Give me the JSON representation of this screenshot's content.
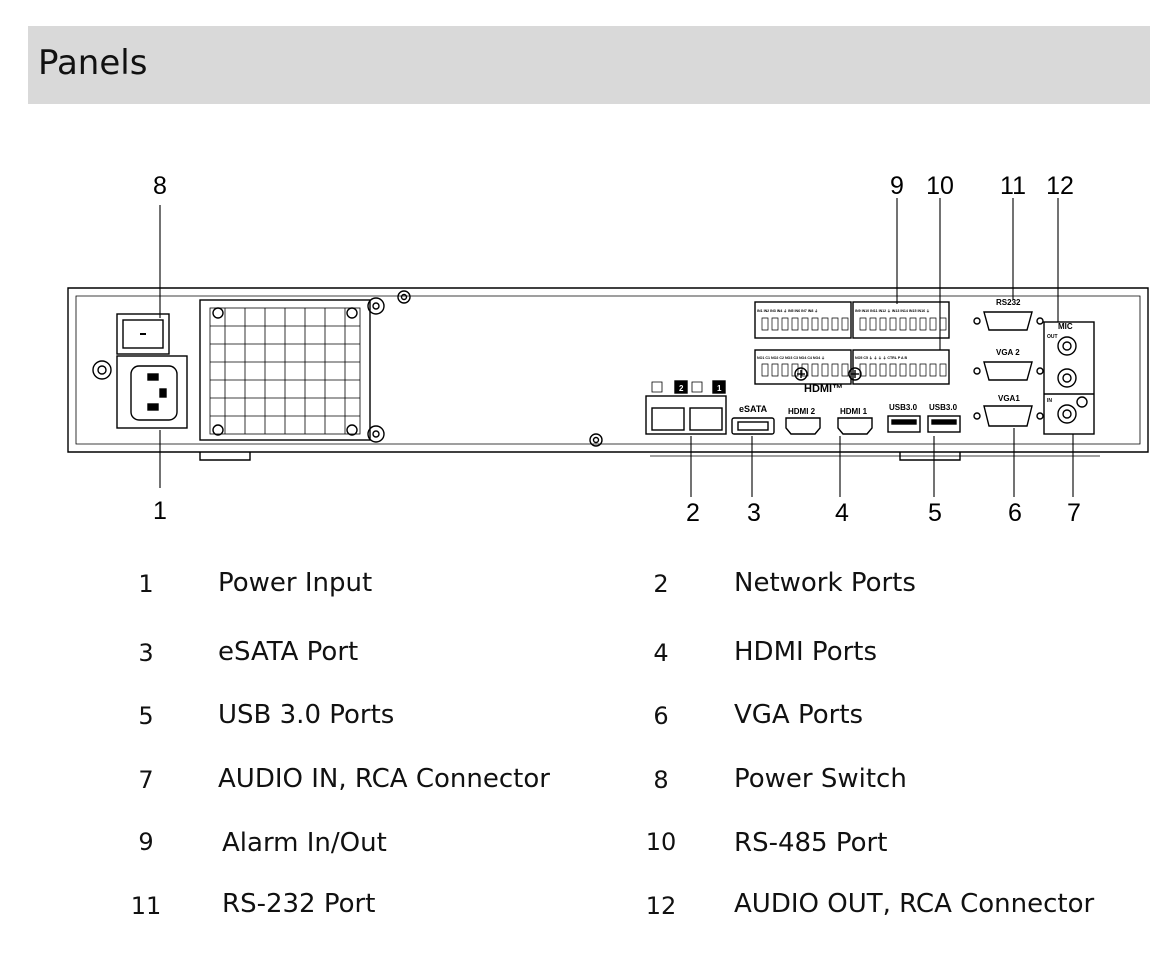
{
  "page": {
    "title": "Panels"
  },
  "panel_labels": {
    "hdmi_group": "HDMI™",
    "hdmi1": "HDMI 1",
    "hdmi2": "HDMI 2",
    "esata": "eSATA",
    "usb_a": "USB3.0",
    "usb_b": "USB3.0",
    "rs232": "RS232",
    "vga1": "VGA1",
    "vga2": "VGA 2",
    "mic": "MIC",
    "out": "OUT",
    "in": "IN",
    "lan1": "1",
    "lan2": "2",
    "alarm_top_left": "IN1 IN2 IN3 IN4 ⏚ IN5 IN6 IN7 IN8 ⏚",
    "alarm_top_right": "IN9 IN10 IN11 IN12 ⏚ IN13 IN14 IN15 IN16 ⏚",
    "alarm_bottom_left": "NO1 C1 NO2 C2 NO3 C3 NO4 C4 NO4 ⏚",
    "alarm_bottom_right": "NO5 C5 ⏚ ⏚ ⏚ ⏚ CTRL P A B"
  },
  "callouts": [
    {
      "id": "1",
      "text": "1"
    },
    {
      "id": "2",
      "text": "2"
    },
    {
      "id": "3",
      "text": "3"
    },
    {
      "id": "4",
      "text": "4"
    },
    {
      "id": "5",
      "text": "5"
    },
    {
      "id": "6",
      "text": "6"
    },
    {
      "id": "7",
      "text": "7"
    },
    {
      "id": "8",
      "text": "8"
    },
    {
      "id": "9",
      "text": "9"
    },
    {
      "id": "10",
      "text": "10"
    },
    {
      "id": "11",
      "text": "11"
    },
    {
      "id": "12",
      "text": "12"
    }
  ],
  "legend": [
    {
      "num": "1",
      "label": "Power Input"
    },
    {
      "num": "2",
      "label": "Network Ports"
    },
    {
      "num": "3",
      "label": "eSATA Port"
    },
    {
      "num": "4",
      "label": "HDMI Ports"
    },
    {
      "num": "5",
      "label": "USB 3.0 Ports"
    },
    {
      "num": "6",
      "label": "VGA Ports"
    },
    {
      "num": "7",
      "label": "AUDIO IN, RCA Connector"
    },
    {
      "num": "8",
      "label": "Power Switch"
    },
    {
      "num": "9",
      "label": "Alarm In/Out"
    },
    {
      "num": "10",
      "label": "RS-485 Port"
    },
    {
      "num": "11",
      "label": "RS-232 Port"
    },
    {
      "num": "12",
      "label": "AUDIO OUT, RCA Connector"
    }
  ]
}
